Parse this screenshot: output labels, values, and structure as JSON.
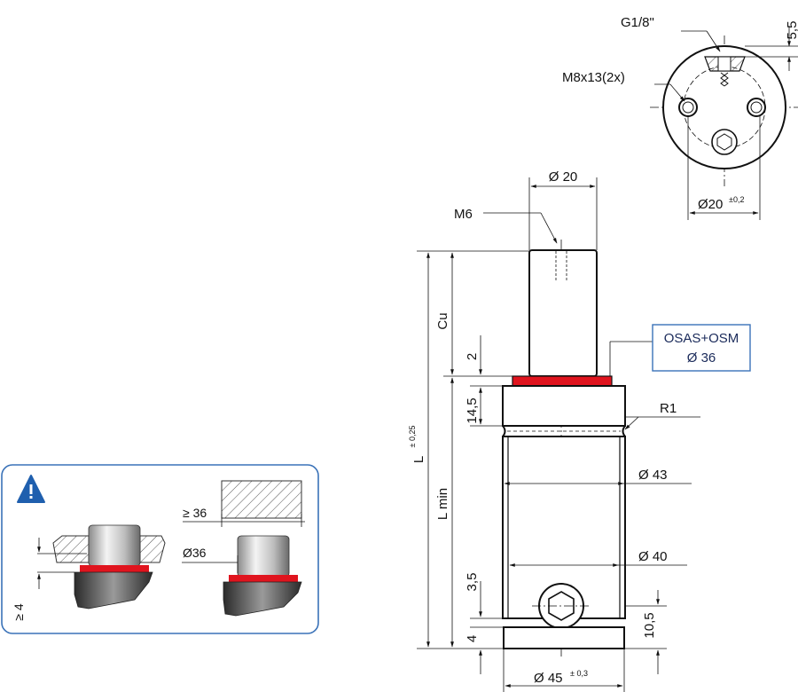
{
  "labels": {
    "thread_port": "G1/8\"",
    "dim_top_5_5": "5,5",
    "mount_thread": "M8x13(2x)",
    "pcd": "Ø20",
    "pcd_tol": "±0,2",
    "rod_dia": "Ø 20",
    "rod_thread": "M6",
    "stroke": "Cu",
    "dim_2": "2",
    "dim_14_5": "14,5",
    "length_L": "L",
    "length_L_tol": "± 0,25",
    "length_Lmin": "L min",
    "radius": "R1",
    "dia_43": "Ø 43",
    "dia_40": "Ø 40",
    "dim_3_5": "3,5",
    "dim_4": "4",
    "dim_10_5": "10,5",
    "base_dia": "Ø 45",
    "base_dia_tol": "± 0,3"
  },
  "callout": {
    "line1": "OSAS+OSM",
    "line2": "Ø 36"
  },
  "warning": {
    "dim_ge4": "≥ 4",
    "dim_ge36": "≥ 36",
    "dim_d36": "Ø36"
  },
  "colors": {
    "seal": "#e0141e",
    "frame": "#3a72b8",
    "warning_icon": "#1f5fae",
    "line": "#111111"
  }
}
